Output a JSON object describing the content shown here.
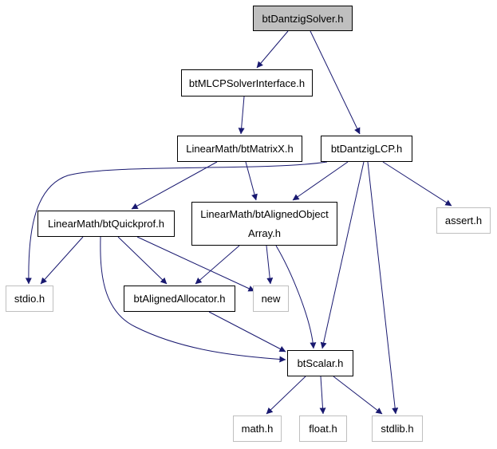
{
  "diagram": {
    "title": "",
    "edge_color": "#191970",
    "nodes": {
      "root": {
        "label": "btDantzigSolver.h",
        "kind": "root"
      },
      "mlcp": {
        "label": "btMLCPSolverInterface.h",
        "kind": "documented"
      },
      "matrixx": {
        "label": "LinearMath/btMatrixX.h",
        "kind": "documented"
      },
      "lcp": {
        "label": "btDantzigLCP.h",
        "kind": "documented"
      },
      "quickprof": {
        "label": "LinearMath/btQuickprof.h",
        "kind": "documented"
      },
      "aligned_array": {
        "label_line1": "LinearMath/btAlignedObject",
        "label_line2": "Array.h",
        "kind": "documented"
      },
      "assert": {
        "label": "assert.h",
        "kind": "external"
      },
      "stdio": {
        "label": "stdio.h",
        "kind": "external"
      },
      "allocator": {
        "label": "btAlignedAllocator.h",
        "kind": "documented"
      },
      "new": {
        "label": "new",
        "kind": "external"
      },
      "scalar": {
        "label": "btScalar.h",
        "kind": "documented"
      },
      "math": {
        "label": "math.h",
        "kind": "external"
      },
      "float": {
        "label": "float.h",
        "kind": "external"
      },
      "stdlib": {
        "label": "stdlib.h",
        "kind": "external"
      }
    },
    "edges": [
      {
        "from": "root",
        "to": "mlcp"
      },
      {
        "from": "root",
        "to": "lcp"
      },
      {
        "from": "mlcp",
        "to": "matrixx"
      },
      {
        "from": "matrixx",
        "to": "quickprof"
      },
      {
        "from": "matrixx",
        "to": "aligned_array"
      },
      {
        "from": "lcp",
        "to": "stdio"
      },
      {
        "from": "lcp",
        "to": "aligned_array"
      },
      {
        "from": "lcp",
        "to": "assert"
      },
      {
        "from": "lcp",
        "to": "scalar"
      },
      {
        "from": "lcp",
        "to": "stdlib"
      },
      {
        "from": "quickprof",
        "to": "stdio"
      },
      {
        "from": "quickprof",
        "to": "allocator"
      },
      {
        "from": "quickprof",
        "to": "new"
      },
      {
        "from": "quickprof",
        "to": "scalar"
      },
      {
        "from": "aligned_array",
        "to": "allocator"
      },
      {
        "from": "aligned_array",
        "to": "new"
      },
      {
        "from": "aligned_array",
        "to": "scalar"
      },
      {
        "from": "allocator",
        "to": "scalar"
      },
      {
        "from": "scalar",
        "to": "math"
      },
      {
        "from": "scalar",
        "to": "float"
      },
      {
        "from": "scalar",
        "to": "stdlib"
      }
    ]
  }
}
